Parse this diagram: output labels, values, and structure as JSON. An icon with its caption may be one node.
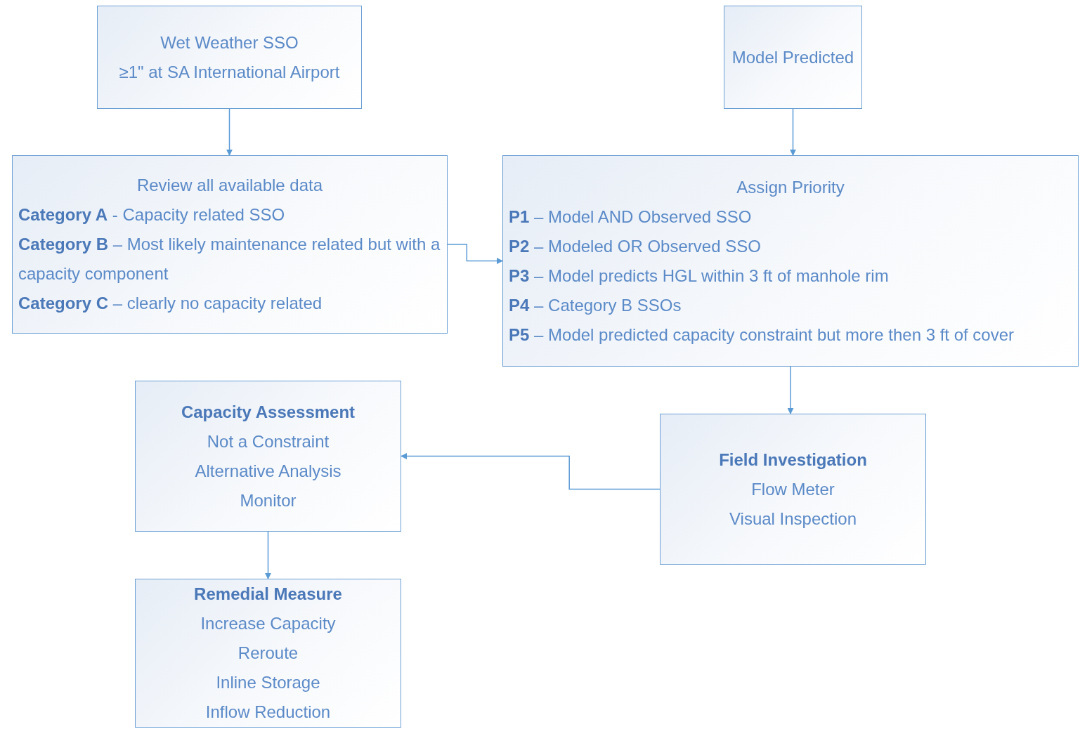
{
  "diagram": {
    "nodes": [
      {
        "text": [
          "Wet Weather SSO",
          "≥1\" at SA International Airport"
        ]
      },
      {
        "text": [
          "Model Predicted"
        ]
      },
      {
        "text": [
          "Review all available data",
          "**Category A** -  Capacity related SSO",
          "**Category B** – Most likely maintenance related but with a capacity component",
          "**Category C** – clearly no capacity related"
        ]
      },
      {
        "text": [
          "Assign Priority",
          "**P1** – Model AND Observed SSO",
          "**P2** – Modeled OR Observed SSO",
          "**P3** – Model predicts HGL within 3 ft of manhole rim",
          "**P4** – Category B SSOs",
          "**P5** – Model predicted capacity constraint but more then 3 ft of cover"
        ]
      },
      {
        "text": [
          "Capacity Assessment",
          "Not a Constraint",
          "Alternative Analysis",
          "Monitor"
        ]
      },
      {
        "text": [
          "Field Investigation",
          "Flow Meter",
          "Visual Inspection"
        ]
      },
      {
        "text": [
          "Remedial Measure",
          "Increase Capacity",
          "Reroute",
          "Inline Storage",
          "Inflow Reduction"
        ]
      }
    ],
    "edges": [
      {
        "from": 0,
        "to": 2,
        "arrow": "to"
      },
      {
        "from": 1,
        "to": 3,
        "arrow": "to"
      },
      {
        "from": 2,
        "to": 3,
        "arrow": "to"
      },
      {
        "from": 3,
        "to": 5,
        "arrow": "to"
      },
      {
        "from": 5,
        "to": 4,
        "arrow": "to"
      },
      {
        "from": 4,
        "to": 6,
        "arrow": "to"
      }
    ]
  }
}
